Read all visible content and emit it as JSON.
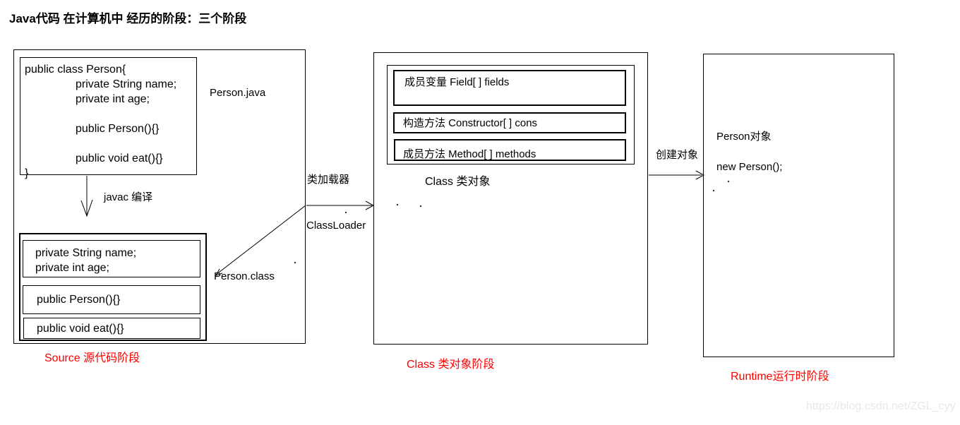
{
  "title": "Java代码 在计算机中 经历的阶段：三个阶段",
  "colors": {
    "stage_label": "#ff0000",
    "diagram_line": "#000000",
    "watermark": "#e8e8e8"
  },
  "source_stage": {
    "file_label": "Person.java",
    "code": "public class Person{\n\tprivate String name;\n\tprivate int age;\n\n\tpublic Person(){}\n\n\tpublic void eat(){}\n}",
    "compile_label": "javac 编译",
    "class_file_label": "Person.class",
    "class_file": {
      "fields": "private String name;\nprivate int age;",
      "constructor": "public Person(){}",
      "method": "public void eat(){}"
    },
    "stage_label": "Source 源代码阶段"
  },
  "class_loader": {
    "label_cn": "类加载器",
    "label_en": "ClassLoader"
  },
  "class_stage": {
    "members": [
      "成员变量  Field[ ] fields",
      "构造方法  Constructor[ ] cons",
      "成员方法 Method[ ] methods"
    ],
    "object_label": "Class 类对象",
    "stage_label": "Class 类对象阶段"
  },
  "create_label": "创建对象",
  "runtime_stage": {
    "object_label": "Person对象",
    "code": "new Person();",
    "stage_label": "Runtime运行时阶段"
  },
  "watermark": "https://blog.csdn.net/ZGL_cyy"
}
